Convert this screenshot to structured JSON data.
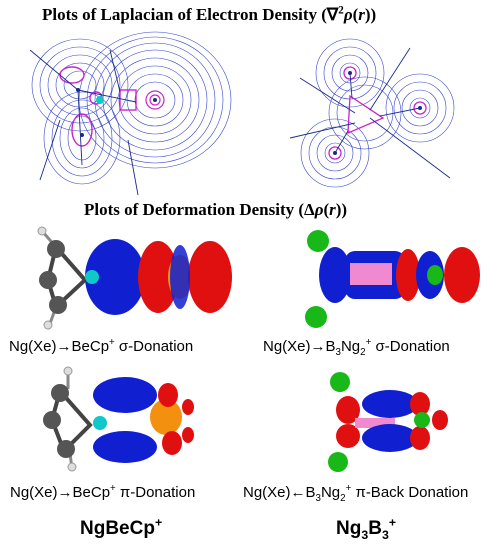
{
  "headings": {
    "laplacian": {
      "text": "Plots of Laplacian of Electron Density (",
      "symbol": "∇",
      "power": "2",
      "rho": "ρ",
      "arg_open": "(",
      "arg": "r",
      "arg_close": "))"
    },
    "deformation": {
      "text": "Plots of Deformation Density (",
      "delta": "Δ",
      "rho": "ρ",
      "arg_open": "(",
      "arg": "r",
      "arg_close": "))"
    }
  },
  "captions": {
    "left_sigma": {
      "prefix": "Ng(Xe)",
      "arrow": "→",
      "species": "BeCp",
      "charge": "+",
      "label": " σ-Donation"
    },
    "right_sigma": {
      "prefix": "Ng(Xe)",
      "arrow": "→",
      "b": "B",
      "b_sub": "3",
      "ng": "Ng",
      "ng_sub": "2",
      "charge": "+",
      "label": " σ-Donation"
    },
    "left_pi": {
      "prefix": "Ng(Xe)",
      "arrow": "→",
      "species": "BeCp",
      "charge": "+",
      "label": " π-Donation"
    },
    "right_pi": {
      "prefix": "Ng(Xe)",
      "arrow": "←",
      "b": "B",
      "b_sub": "3",
      "ng": "Ng",
      "ng_sub": "2",
      "charge": "+",
      "label": " π-Back Donation"
    }
  },
  "labels": {
    "left": {
      "main": "NgBeCp",
      "charge": "+"
    },
    "right": {
      "ng": "Ng",
      "ng_sub": "3",
      "b": "B",
      "b_sub": "3",
      "charge": "+"
    }
  },
  "colors": {
    "contour": "#3344cc",
    "negative_region": "#cc22cc",
    "positive_lobe": "#e01010",
    "negative_lobe": "#1020d0",
    "carbon": "#555555",
    "hydrogen": "#dddddd",
    "beryllium": "#10c8c8",
    "boron": "#f08ad0",
    "noble_gas": "#18b818",
    "xenon_orange": "#f39010"
  }
}
